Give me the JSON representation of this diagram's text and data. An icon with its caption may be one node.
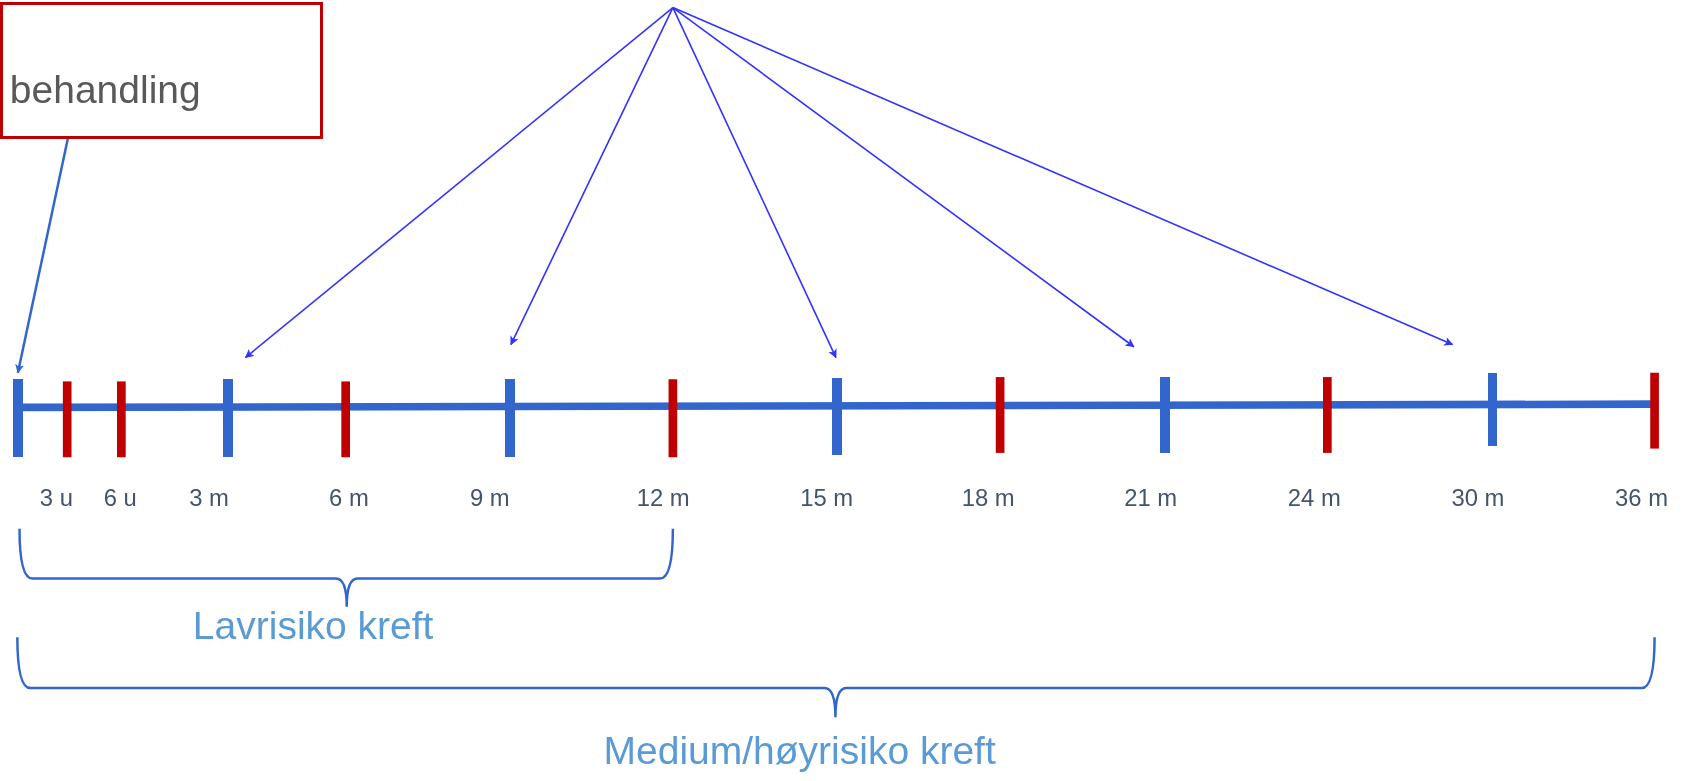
{
  "diagram": {
    "nodes": [
      {
        "text": [
          "behandling"
        ]
      },
      {
        "text": [],
        "shape": "bar"
      },
      {
        "text": [],
        "shape": "bar",
        "beside": [
          "3 m"
        ]
      },
      {
        "text": [],
        "shape": "bar",
        "beside": [
          "9 m"
        ]
      },
      {
        "text": [],
        "shape": "bar",
        "beside": [
          "15 m"
        ]
      },
      {
        "text": [],
        "shape": "bar",
        "beside": [
          "21 m"
        ]
      },
      {
        "text": [],
        "shape": "bar",
        "beside": [
          "30 m"
        ]
      }
    ],
    "edges": [
      {
        "from": 0,
        "to": 1,
        "arrow": "to",
        "color": "#3366cc"
      },
      {
        "from": null,
        "to": 2,
        "arrow": "to"
      },
      {
        "from": null,
        "to": 3,
        "arrow": "to"
      },
      {
        "from": null,
        "to": 4,
        "arrow": "to"
      },
      {
        "from": null,
        "to": 5,
        "arrow": "to"
      },
      {
        "from": null,
        "to": 6,
        "arrow": "to"
      }
    ],
    "labels": [
      "3 u",
      "6 u",
      "6 m",
      "12 m",
      "18 m",
      "24 m",
      "36 m",
      "Lavrisiko kreft",
      "Medium/høyrisiko kreft"
    ]
  }
}
